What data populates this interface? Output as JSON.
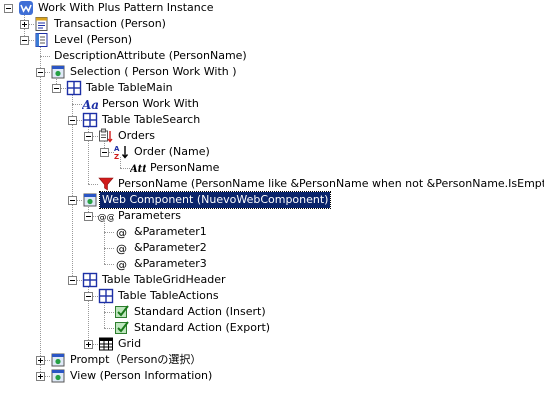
{
  "tree": {
    "nodes": [
      {
        "label": "Work With Plus Pattern Instance",
        "icon": "work-with-plus-icon",
        "level": 0,
        "expander": "minus",
        "selected": false
      },
      {
        "label": "Transaction (Person)",
        "icon": "transaction-icon",
        "level": 1,
        "expander": "plus",
        "selected": false
      },
      {
        "label": "Level (Person)",
        "icon": "level-icon",
        "level": 1,
        "expander": "minus",
        "selected": false
      },
      {
        "label": "DescriptionAttribute (PersonName)",
        "icon": "",
        "level": 2,
        "expander": "",
        "selected": false
      },
      {
        "label": "Selection ( Person Work With )",
        "icon": "selection-icon",
        "level": 2,
        "expander": "minus",
        "selected": false
      },
      {
        "label": "Table TableMain",
        "icon": "table-icon",
        "level": 3,
        "expander": "minus",
        "selected": false
      },
      {
        "label": "Person Work With",
        "icon": "text-block-icon",
        "level": 4,
        "expander": "",
        "selected": false
      },
      {
        "label": "Table TableSearch",
        "icon": "table-icon",
        "level": 4,
        "expander": "minus",
        "selected": false
      },
      {
        "label": "Orders",
        "icon": "orders-icon",
        "level": 5,
        "expander": "minus",
        "selected": false
      },
      {
        "label": "Order (Name)",
        "icon": "sort-order-icon",
        "level": 6,
        "expander": "minus",
        "selected": false
      },
      {
        "label": "PersonName",
        "icon": "attribute-icon",
        "level": 7,
        "expander": "",
        "selected": false
      },
      {
        "label": "PersonName (PersonName like &PersonName when not &PersonName.IsEmpty())",
        "icon": "filter-icon",
        "level": 5,
        "expander": "",
        "selected": false
      },
      {
        "label": "Web Component (NuevoWebComponent)",
        "icon": "web-component-icon",
        "level": 4,
        "expander": "minus",
        "selected": true
      },
      {
        "label": "Parameters",
        "icon": "parameters-icon",
        "level": 5,
        "expander": "minus",
        "selected": false
      },
      {
        "label": "&Parameter1",
        "icon": "parameter-at-icon",
        "level": 6,
        "expander": "",
        "selected": false
      },
      {
        "label": "&Parameter2",
        "icon": "parameter-at-icon",
        "level": 6,
        "expander": "",
        "selected": false
      },
      {
        "label": "&Parameter3",
        "icon": "parameter-at-icon",
        "level": 6,
        "expander": "",
        "selected": false
      },
      {
        "label": "Table TableGridHeader",
        "icon": "table-icon",
        "level": 4,
        "expander": "minus",
        "selected": false
      },
      {
        "label": "Table TableActions",
        "icon": "table-icon",
        "level": 5,
        "expander": "minus",
        "selected": false
      },
      {
        "label": "Standard Action (Insert)",
        "icon": "standard-action-icon",
        "level": 6,
        "expander": "",
        "selected": false
      },
      {
        "label": "Standard Action (Export)",
        "icon": "standard-action-icon",
        "level": 6,
        "expander": "",
        "selected": false
      },
      {
        "label": "Grid",
        "icon": "grid-icon",
        "level": 5,
        "expander": "plus",
        "selected": false
      },
      {
        "label": "Prompt（Personの選択）",
        "icon": "selection-icon",
        "level": 2,
        "expander": "plus",
        "selected": false
      },
      {
        "label": "View (Person Information)",
        "icon": "selection-icon",
        "level": 2,
        "expander": "plus",
        "selected": false
      }
    ]
  },
  "colors": {
    "selection_bg": "#0a246a",
    "selection_text": "#ffffff",
    "tree_line": "#9a9a9a",
    "icon_blue": "#1c2fa6",
    "icon_red": "#d11b1b",
    "icon_green": "#2e9a2e"
  }
}
